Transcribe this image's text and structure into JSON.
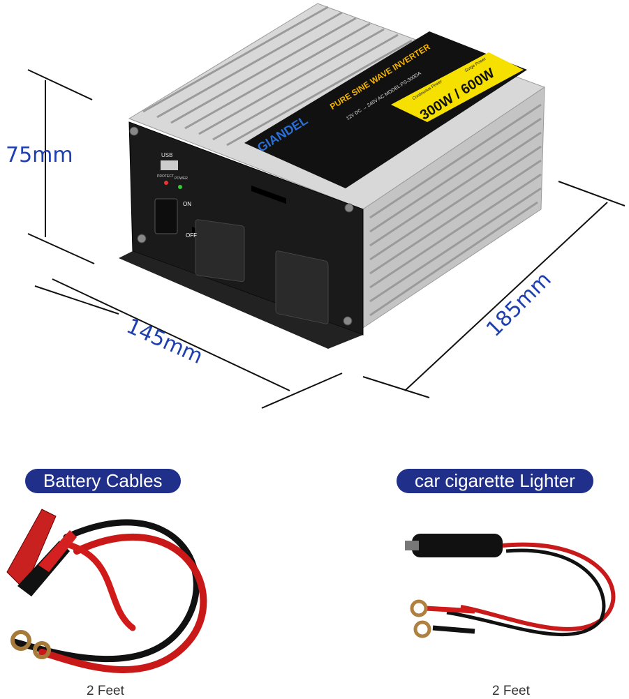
{
  "dimensions": {
    "height": "75mm",
    "width": "145mm",
    "depth": "185mm"
  },
  "product_labels": {
    "brand": "GIANDEL",
    "type_line": "PURE SINE WAVE INVERTER",
    "spec_line": "12V DC → 240V AC  MODEL:PS-300DA",
    "power": "300W / 600W",
    "continuous_label": "Continuous Power",
    "surge_label": "Surge Power",
    "usb_label": "USB",
    "switch_on": "ON",
    "switch_off": "OFF",
    "led_protect": "PROTECT",
    "led_power": "POWER"
  },
  "accessories": [
    {
      "name": "Battery Cables",
      "length": "2 Feet"
    },
    {
      "name": "car cigarette Lighter",
      "length": "2 Feet"
    }
  ],
  "colors": {
    "pill_bg": "#1f2f8a",
    "dimension_text": "#1e40af",
    "label_yellow": "#f5e000",
    "cable_red": "#d11a1a"
  }
}
